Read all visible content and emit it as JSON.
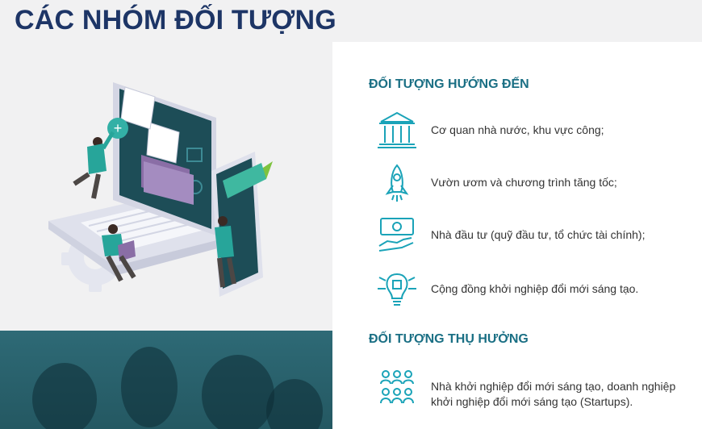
{
  "header": {
    "title": "CÁC NHÓM ĐỐI TƯỢNG"
  },
  "target_section": {
    "title": "ĐỐI TƯỢNG HƯỚNG ĐẾN",
    "items": [
      {
        "icon": "government-building-icon",
        "label": "Cơ quan nhà nước, khu vực công;"
      },
      {
        "icon": "rocket-icon",
        "label": "Vườn ươm và chương trình tăng tốc;"
      },
      {
        "icon": "money-hand-icon",
        "label": "Nhà đầu tư (quỹ đầu tư, tổ chức tài chính);"
      },
      {
        "icon": "lightbulb-circuit-icon",
        "label": "Cộng đồng khởi nghiệp đổi mới sáng tạo."
      }
    ]
  },
  "beneficiary_section": {
    "title": "ĐỐI TƯỢNG THỤ HƯỞNG",
    "items": [
      {
        "icon": "people-group-icon",
        "label_line1": "Nhà khởi nghiệp đổi mới sáng tạo, doanh nghiệp",
        "label_line2": "khởi nghiệp đổi mới sáng tạo (Startups)."
      }
    ]
  },
  "colors": {
    "title": "#1d3566",
    "accent": "#1a6f84",
    "icon_teal": "#1aa3b8",
    "band": "#2e6a76"
  }
}
